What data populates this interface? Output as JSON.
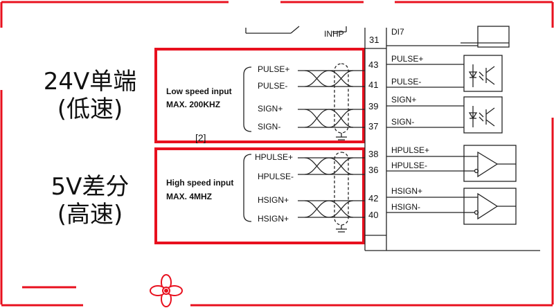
{
  "left_labels": {
    "group1_line1": "24V单端",
    "group1_line2": "(低速)",
    "group2_line1": "5V差分",
    "group2_line2": "(高速)"
  },
  "top_fragments": {
    "inhp": "INHP",
    "di7": "DI7",
    "pin31": "31"
  },
  "low_speed": {
    "title": "Low speed input",
    "max": "MAX. 200KHZ",
    "note": "[2]",
    "signals": [
      "PULSE+",
      "PULSE-",
      "SIGN+",
      "SIGN-"
    ],
    "pins": [
      "43",
      "41",
      "39",
      "37"
    ],
    "right_labels": [
      "PULSE+",
      "PULSE-",
      "SIGN+",
      "SIGN-"
    ]
  },
  "high_speed": {
    "title": "High speed input",
    "max": "MAX. 4MHZ",
    "signals": [
      "HPULSE+",
      "HPULSE-",
      "HSIGN+",
      "HSIGN+"
    ],
    "pins": [
      "38",
      "36",
      "42",
      "40"
    ],
    "right_labels": [
      "HPULSE+",
      "HPULSE-",
      "HSIGN+",
      "HSIGN-"
    ]
  },
  "colors": {
    "frame_red": "#e8101e",
    "line": "#222222"
  },
  "icons": [
    "propeller-logo-icon"
  ]
}
